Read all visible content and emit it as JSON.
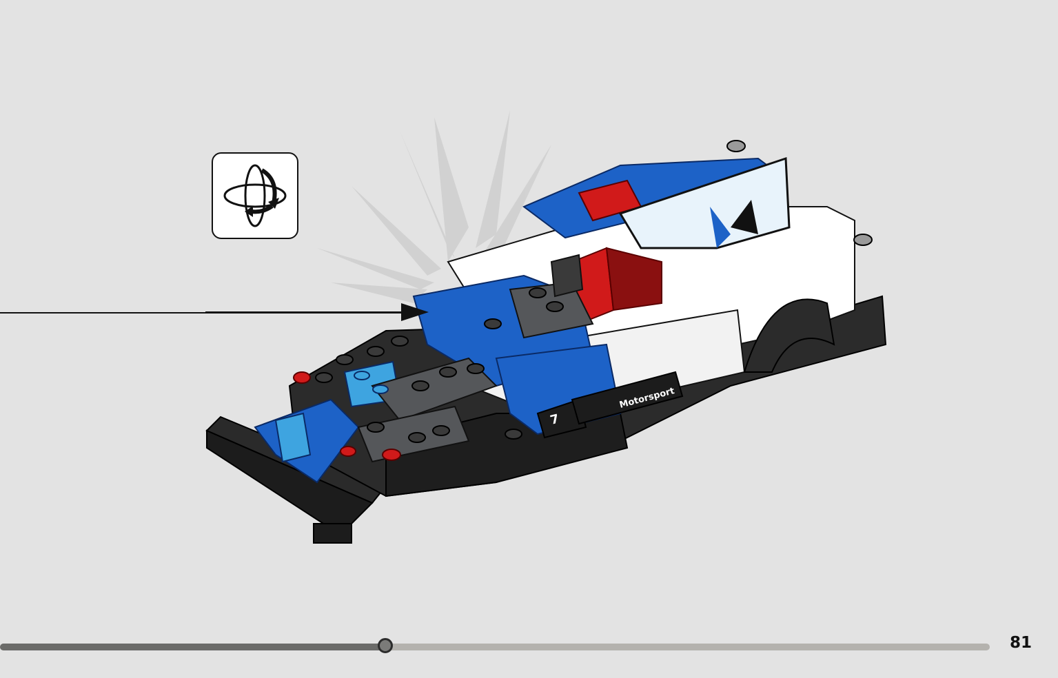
{
  "page": {
    "number": "81"
  },
  "progress": {
    "fraction": 0.389
  },
  "icons": {
    "rotate": "rotate-model-icon",
    "arrow": "callout-arrow-icon"
  },
  "model": {
    "decal_text": "Motorsport",
    "car_number": "7"
  },
  "colors": {
    "background": "#e3e3e3",
    "brick_black": "#222222",
    "brick_dark_gray": "#55575a",
    "brick_blue": "#1d62c7",
    "brick_light_blue": "#3ea4e0",
    "brick_red": "#d11a1a",
    "brick_white": "#ffffff",
    "progress_fill": "#6b6b69",
    "progress_track": "#b4b2ae"
  }
}
